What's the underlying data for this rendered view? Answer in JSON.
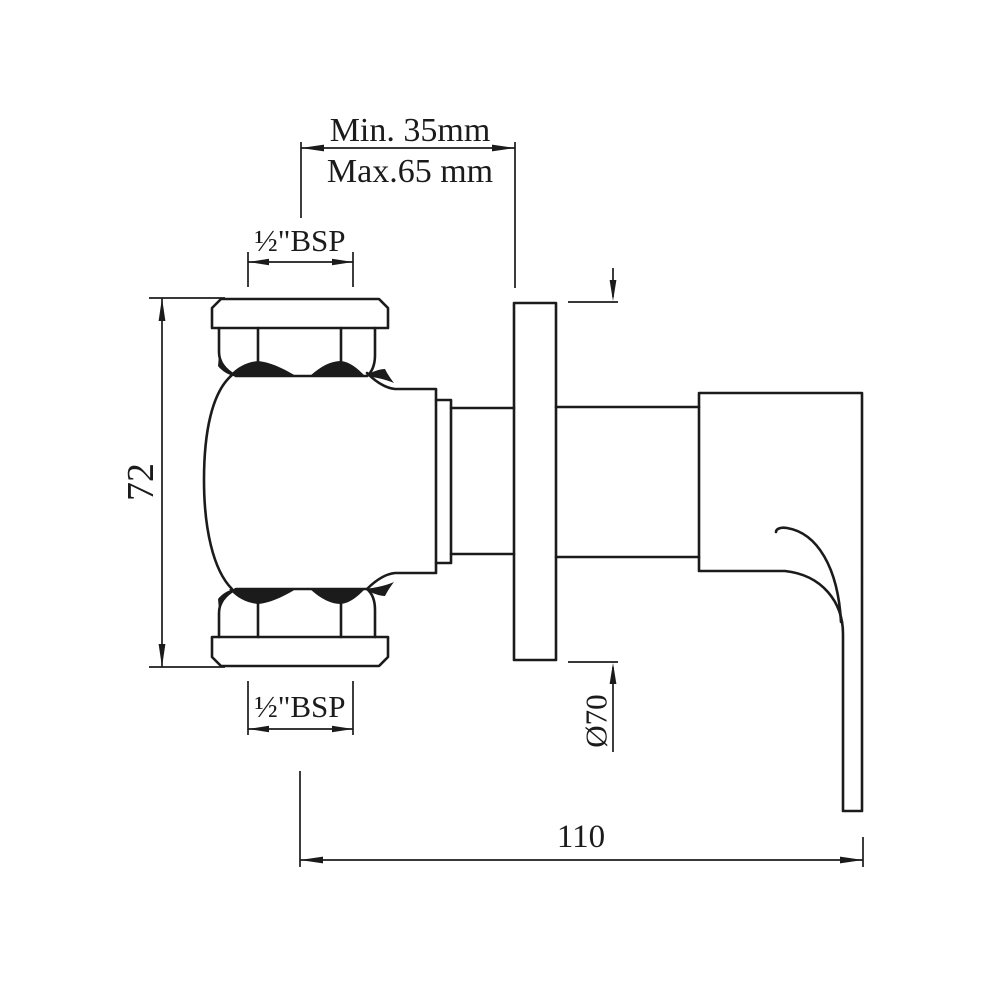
{
  "colors": {
    "background": "#ffffff",
    "line": "#1b1b1b"
  },
  "labels": {
    "wall_depth_min": "Min. 35mm",
    "wall_depth_max": "Max.65 mm",
    "thread_top": "½\"BSP",
    "thread_bottom": "½\"BSP",
    "body_height": "72",
    "flange_diameter": "Ø70",
    "overall_length": "110"
  }
}
